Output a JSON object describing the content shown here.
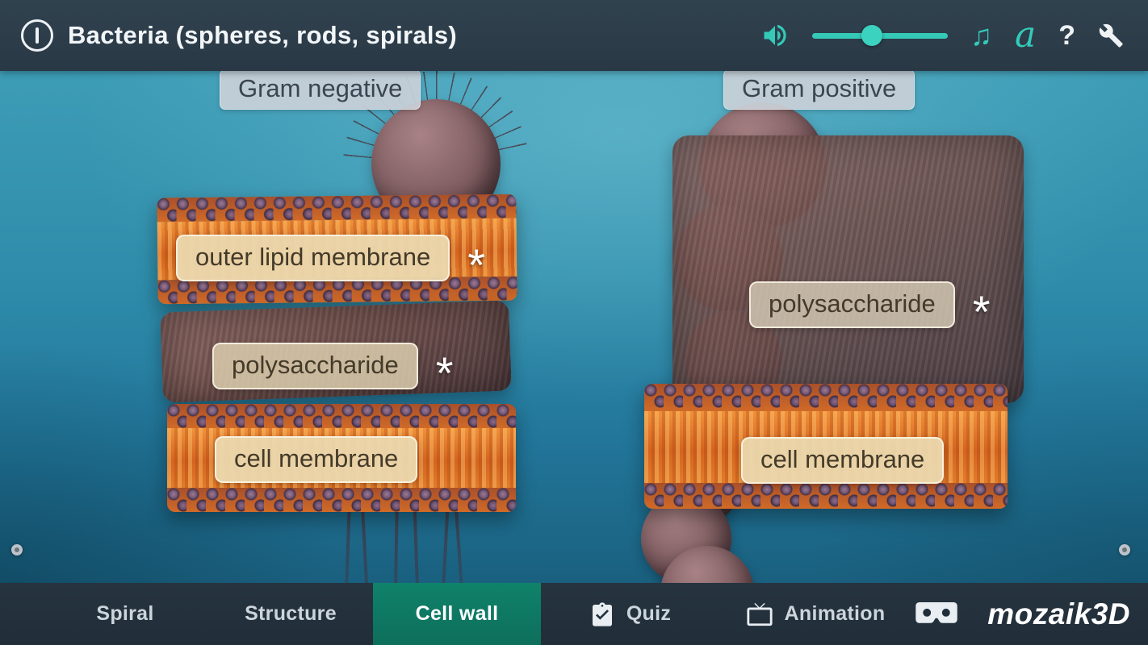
{
  "header": {
    "title": "Bacteria (spheres, rods, spirals)"
  },
  "controls": {
    "music_glyph": "♫",
    "narration_label": "a",
    "help_label": "?",
    "volume_percent": 44,
    "accent_color": "#35c9b8"
  },
  "scene": {
    "group_labels": {
      "left": "Gram negative",
      "right": "Gram positive"
    },
    "part_labels": {
      "outer_lipid_membrane": "outer lipid membrane",
      "polysaccharide_left": "polysaccharide",
      "cell_membrane_left": "cell membrane",
      "polysaccharide_right": "polysaccharide",
      "cell_membrane_right": "cell membrane"
    },
    "footnote_marker": "*"
  },
  "footer": {
    "tabs": [
      {
        "label": "Spiral",
        "active": false
      },
      {
        "label": "Structure",
        "active": false
      },
      {
        "label": "Cell wall",
        "active": true
      },
      {
        "label": "Quiz",
        "active": false
      },
      {
        "label": "Animation",
        "active": false
      }
    ],
    "logo": "mozaik3D"
  }
}
